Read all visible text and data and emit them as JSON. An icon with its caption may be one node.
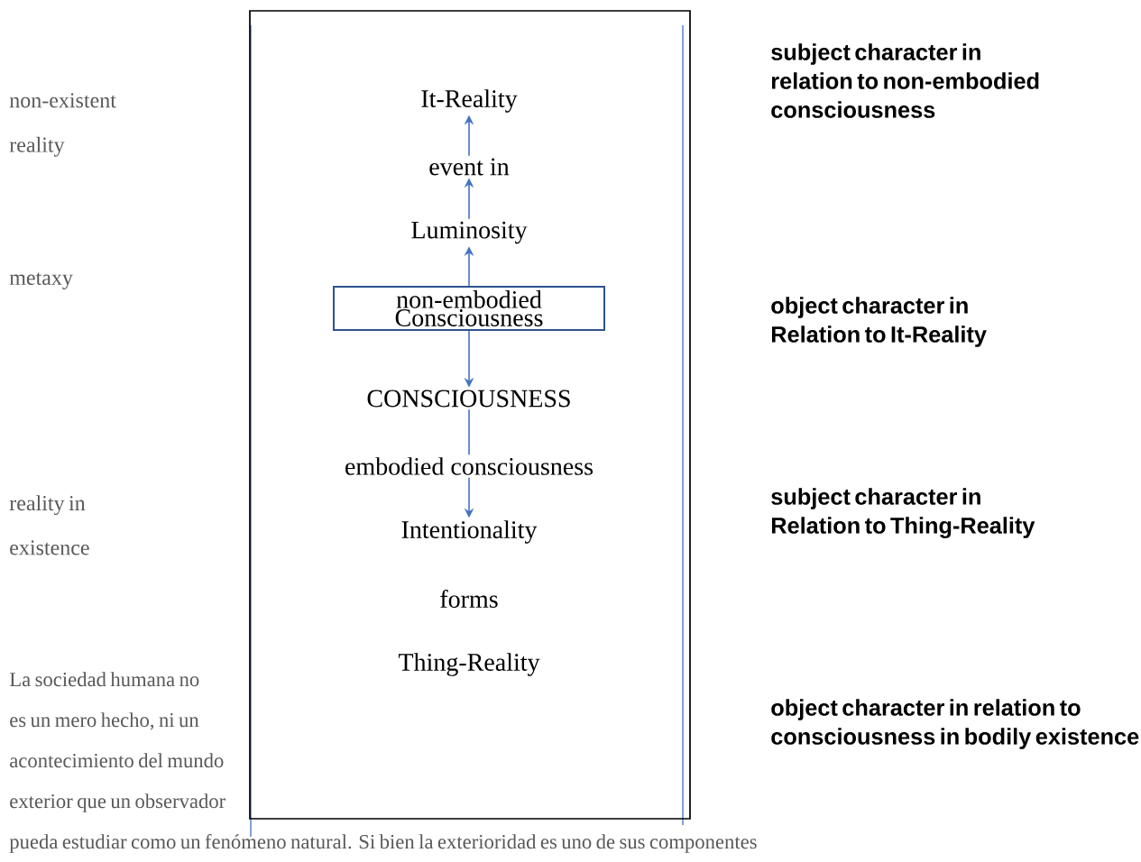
{
  "diagram": {
    "nodes": [
      {
        "text": [],
        "shape": "box"
      },
      {
        "text": [
          "It-Reality"
        ],
        "in": 0
      },
      {
        "text": [
          "event in"
        ],
        "in": 0
      },
      {
        "text": [
          "Luminosity"
        ],
        "in": 0
      },
      {
        "text": [
          "non-embodied Consciousness"
        ],
        "in": 0
      },
      {
        "text": [
          "CONSCIOUSNESS"
        ],
        "in": 0
      },
      {
        "text": [
          "embodied consciousness"
        ],
        "in": 0
      },
      {
        "text": [
          "Intentionality"
        ],
        "in": 0
      },
      {
        "text": [
          "forms"
        ],
        "in": 0
      },
      {
        "text": [
          "Thing-Reality"
        ],
        "in": 0
      }
    ],
    "edges": [
      {
        "from": 2,
        "to": 1,
        "arrow": "to"
      },
      {
        "from": 3,
        "to": 2,
        "arrow": "to"
      },
      {
        "from": 4,
        "to": 3,
        "arrow": "to"
      },
      {
        "from": 4,
        "to": 5,
        "arrow": "to"
      },
      {
        "from": 5,
        "to": 6,
        "arrow": "none"
      },
      {
        "from": 6,
        "to": 7,
        "arrow": "to"
      }
    ],
    "labels": [
      "non-existent reality",
      "subject character in relation to non-embodied consciousness",
      "metaxy",
      "object character in Relation to It-Reality",
      "reality in existence",
      "subject character in Relation to Thing-Reality",
      "object character in relation to consciousness in bodily existence",
      "La sociedad humana no es un mero hecho, ni un acontecimiento del mundo exterior que un observador pueda estudiar como un fenómeno natural. Si bien la exterioridad es uno de sus componentes"
    ]
  }
}
